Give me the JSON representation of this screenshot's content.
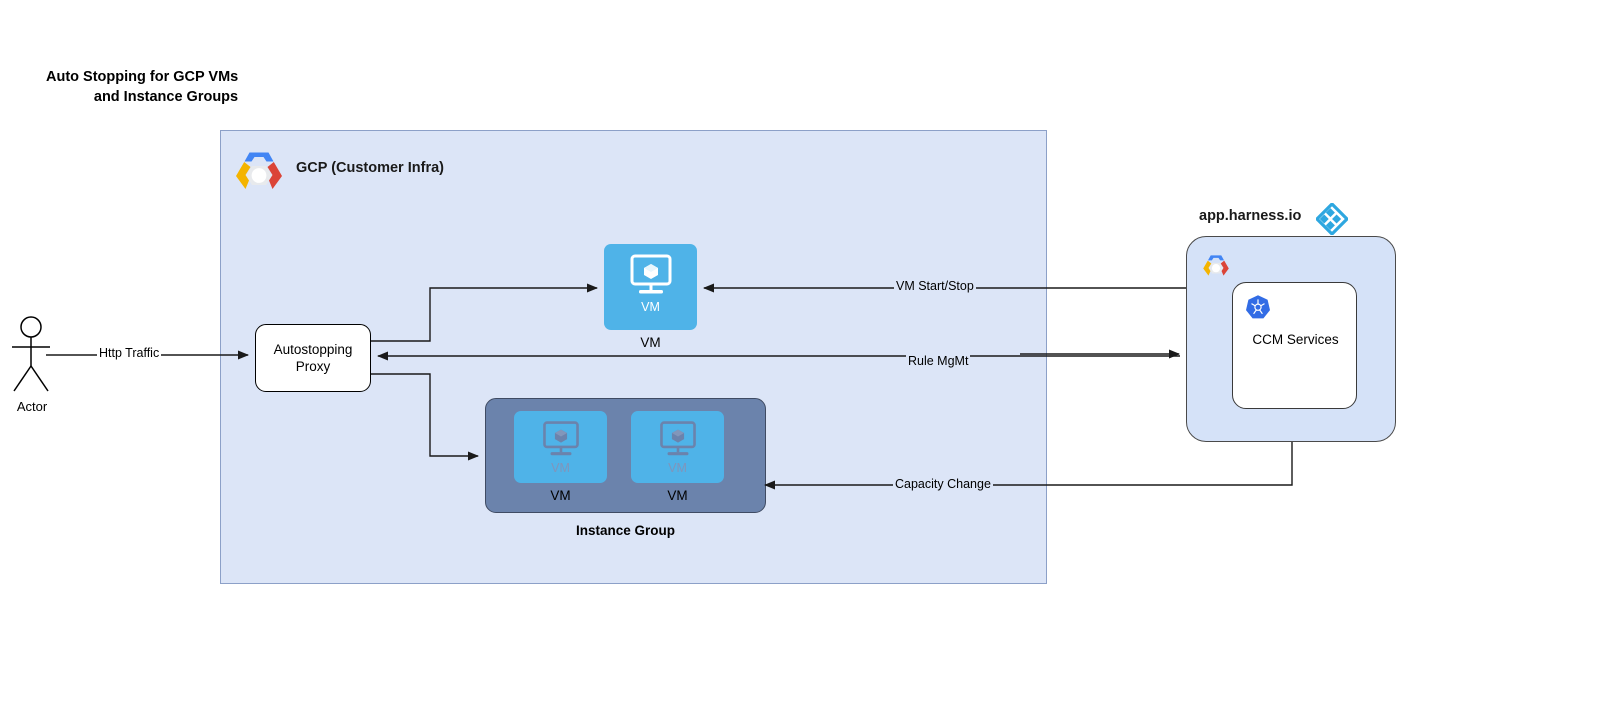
{
  "title": {
    "line1": "Auto Stopping for GCP VMs",
    "line2": "and Instance Groups"
  },
  "colors": {
    "gcp_container_bg": "#DCE5F7",
    "gcp_container_border": "#8CA0C8",
    "vm_blue": "#4FB3E8",
    "instance_group_slate": "#6B83AC",
    "harness_container_bg": "#D5E2F8",
    "harness_logo_blue": "#2EA7E0",
    "kubernetes_blue": "#326CE5",
    "gcp_logo_blue": "#4285F4",
    "gcp_logo_red": "#DB4437",
    "gcp_logo_yellow": "#F4B400",
    "connector_stroke": "#1a1a1a",
    "page_bg": "#FFFFFF"
  },
  "actor": {
    "label": "Actor",
    "icon": "person-stick-figure-icon"
  },
  "gcp": {
    "label": "GCP (Customer Infra)",
    "logo_icon": "gcp-logo-icon"
  },
  "proxy": {
    "line1": "Autostopping",
    "line2": "Proxy"
  },
  "vm_single": {
    "inner_label": "VM",
    "outer_label": "VM",
    "icon": "vm-monitor-cube-icon"
  },
  "instance_group": {
    "label": "Instance Group",
    "vms": [
      {
        "inner_label": "VM",
        "outer_label": "VM",
        "icon": "vm-monitor-cube-icon"
      },
      {
        "inner_label": "VM",
        "outer_label": "VM",
        "icon": "vm-monitor-cube-icon"
      }
    ]
  },
  "harness": {
    "title": "app.harness.io",
    "logo_icon": "harness-diamond-logo-icon",
    "gcp_logo_icon": "gcp-logo-icon",
    "service": {
      "label": "CCM Services",
      "icon": "kubernetes-logo-icon"
    }
  },
  "connectors": [
    {
      "id": "http-traffic",
      "label": "Http Traffic",
      "from": "Actor",
      "to": "Autostopping Proxy"
    },
    {
      "id": "vm-start-stop",
      "label": "VM Start/Stop",
      "from": "CCM Services",
      "to": "VM"
    },
    {
      "id": "rule-mgmt",
      "label": "Rule MgMt",
      "from": "CCM Services",
      "to": "Autostopping Proxy"
    },
    {
      "id": "capacity-change",
      "label": "Capacity Change",
      "from": "CCM Services",
      "to": "Instance Group"
    },
    {
      "id": "proxy-to-vm",
      "label": "",
      "from": "Autostopping Proxy",
      "to": "VM"
    },
    {
      "id": "proxy-to-instance-group",
      "label": "",
      "from": "Autostopping Proxy",
      "to": "Instance Group"
    }
  ]
}
